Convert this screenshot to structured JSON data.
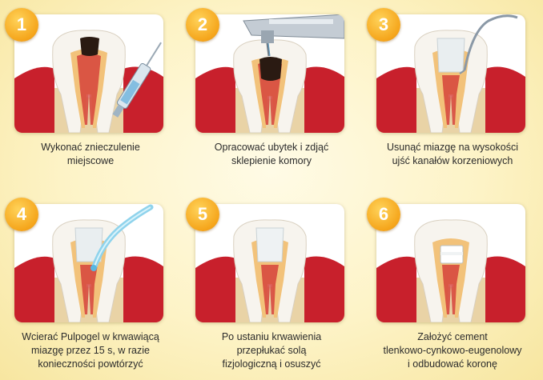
{
  "steps": [
    {
      "number": "1",
      "caption": [
        "Wykonać znieczulenie",
        "miejscowe"
      ]
    },
    {
      "number": "2",
      "caption": [
        "Opracować ubytek i zdjąć",
        "sklepienie komory"
      ]
    },
    {
      "number": "3",
      "caption": [
        "Usunąć miazgę na wysokości",
        "ujść kanałów korzeniowych"
      ]
    },
    {
      "number": "4",
      "caption": [
        "Wcierać Pulpogel w krwawiącą",
        "miazgę przez 15 s, w razie",
        "konieczności powtórzyć"
      ]
    },
    {
      "number": "5",
      "caption": [
        "Po ustaniu krwawienia",
        "przepłukać solą",
        "fizjologiczną i osuszyć"
      ]
    },
    {
      "number": "6",
      "caption": [
        "Założyć cement",
        "tlenkowo-cynkowo-eugenolowy",
        "i odbudować koronę"
      ]
    }
  ],
  "icons": [
    "syringe-icon",
    "dental-drill-icon",
    "dental-probe-icon",
    "gel-applicator-icon",
    "tooth-icon",
    "cement-filling-icon"
  ]
}
